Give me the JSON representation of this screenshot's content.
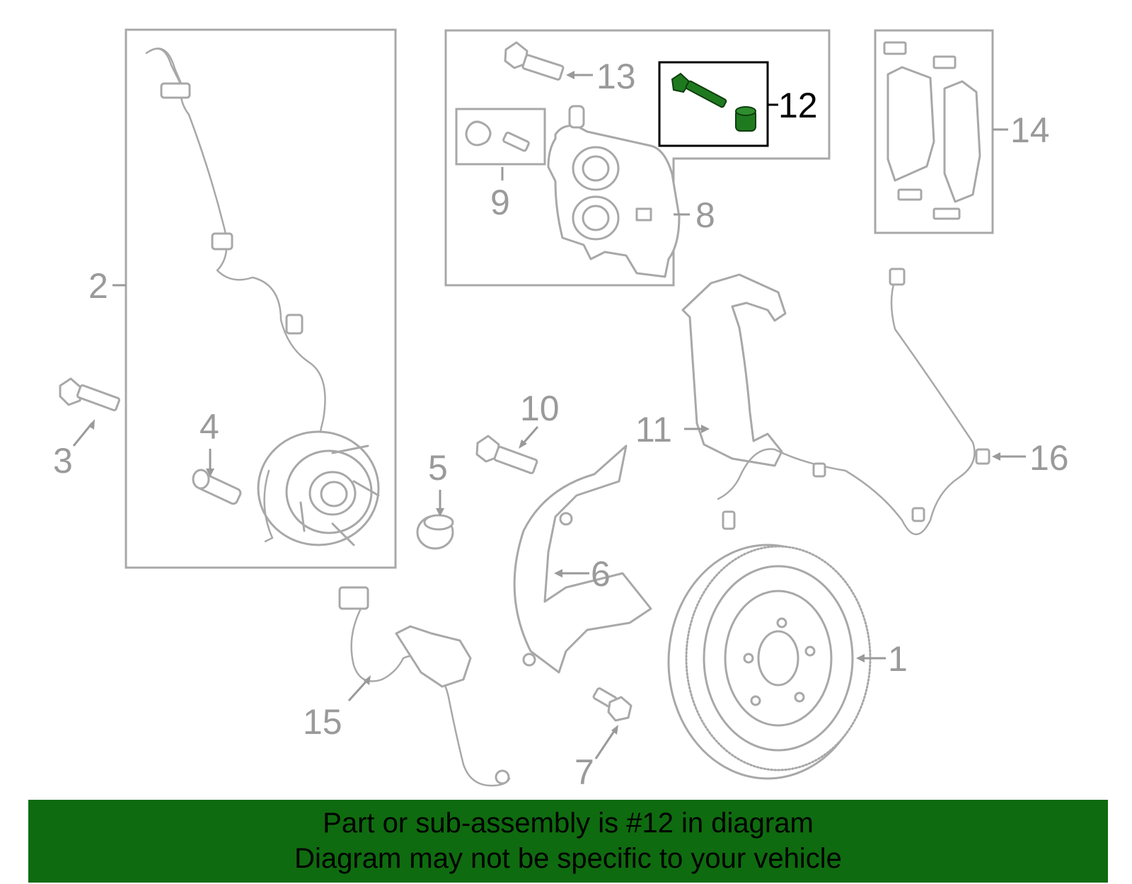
{
  "diagram": {
    "callouts": [
      "1",
      "2",
      "3",
      "4",
      "5",
      "6",
      "7",
      "8",
      "9",
      "10",
      "11",
      "12",
      "13",
      "14",
      "15",
      "16"
    ],
    "highlighted_callout": "12",
    "colors": {
      "outline": "#a8a8a8",
      "highlight_part": "#1f7a1f",
      "highlight_frame": "#000000",
      "banner_bg": "#0f6b0f"
    }
  },
  "banner": {
    "line1": "Part or sub-assembly is #12 in diagram",
    "line2": "Diagram may not be specific to your vehicle"
  }
}
